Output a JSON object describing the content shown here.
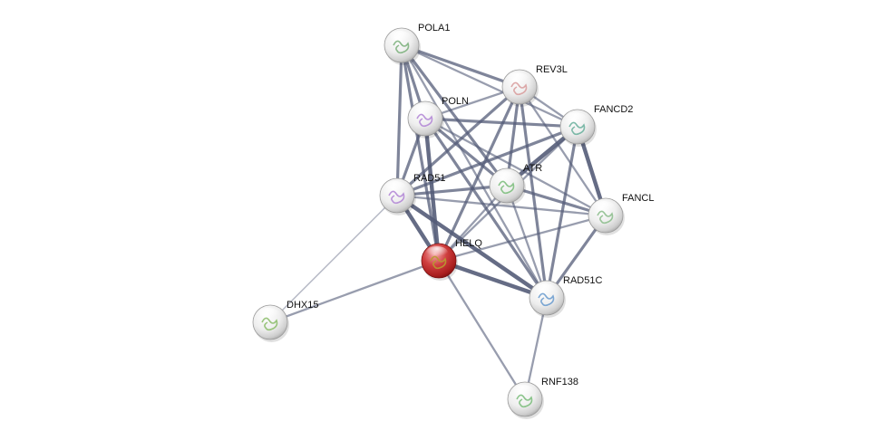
{
  "network": {
    "nodes": [
      {
        "id": "POLA1",
        "label": "POLA1",
        "query": false,
        "tint": "#7fb37f"
      },
      {
        "id": "REV3L",
        "label": "REV3L",
        "query": false,
        "tint": "#d9a0a0"
      },
      {
        "id": "POLN",
        "label": "POLN",
        "query": false,
        "tint": "#b48ad6"
      },
      {
        "id": "FANCD2",
        "label": "FANCD2",
        "query": false,
        "tint": "#6fb3a0"
      },
      {
        "id": "ATR",
        "label": "ATR",
        "query": false,
        "tint": "#7fbf7f"
      },
      {
        "id": "RAD51",
        "label": "RAD51",
        "query": false,
        "tint": "#b48ad6"
      },
      {
        "id": "FANCL",
        "label": "FANCL",
        "query": false,
        "tint": "#8fbf8f"
      },
      {
        "id": "HELQ",
        "label": "HELQ",
        "query": true,
        "tint": "#b89a30"
      },
      {
        "id": "RAD51C",
        "label": "RAD51C",
        "query": false,
        "tint": "#6f9fcf"
      },
      {
        "id": "DHX15",
        "label": "DHX15",
        "query": false,
        "tint": "#8fbf6f"
      },
      {
        "id": "RNF138",
        "label": "RNF138",
        "query": false,
        "tint": "#7fbf7f"
      }
    ],
    "edges": [
      {
        "source": "POLA1",
        "target": "REV3L",
        "strength": 3
      },
      {
        "source": "POLA1",
        "target": "POLN",
        "strength": 3
      },
      {
        "source": "POLA1",
        "target": "RAD51",
        "strength": 3
      },
      {
        "source": "POLA1",
        "target": "HELQ",
        "strength": 3
      },
      {
        "source": "POLA1",
        "target": "ATR",
        "strength": 3
      },
      {
        "source": "POLA1",
        "target": "RAD51C",
        "strength": 2
      },
      {
        "source": "POLA1",
        "target": "FANCD2",
        "strength": 2
      },
      {
        "source": "REV3L",
        "target": "POLN",
        "strength": 2
      },
      {
        "source": "REV3L",
        "target": "FANCD2",
        "strength": 2
      },
      {
        "source": "REV3L",
        "target": "RAD51",
        "strength": 3
      },
      {
        "source": "REV3L",
        "target": "HELQ",
        "strength": 3
      },
      {
        "source": "REV3L",
        "target": "ATR",
        "strength": 3
      },
      {
        "source": "REV3L",
        "target": "FANCL",
        "strength": 2
      },
      {
        "source": "REV3L",
        "target": "RAD51C",
        "strength": 3
      },
      {
        "source": "POLN",
        "target": "FANCD2",
        "strength": 3
      },
      {
        "source": "POLN",
        "target": "RAD51",
        "strength": 3
      },
      {
        "source": "POLN",
        "target": "HELQ",
        "strength": 4
      },
      {
        "source": "POLN",
        "target": "ATR",
        "strength": 3
      },
      {
        "source": "POLN",
        "target": "FANCL",
        "strength": 2
      },
      {
        "source": "POLN",
        "target": "RAD51C",
        "strength": 3
      },
      {
        "source": "FANCD2",
        "target": "RAD51",
        "strength": 3
      },
      {
        "source": "FANCD2",
        "target": "ATR",
        "strength": 4
      },
      {
        "source": "FANCD2",
        "target": "FANCL",
        "strength": 4
      },
      {
        "source": "FANCD2",
        "target": "RAD51C",
        "strength": 3
      },
      {
        "source": "FANCD2",
        "target": "HELQ",
        "strength": 2
      },
      {
        "source": "RAD51",
        "target": "ATR",
        "strength": 3
      },
      {
        "source": "RAD51",
        "target": "HELQ",
        "strength": 4
      },
      {
        "source": "RAD51",
        "target": "FANCL",
        "strength": 2
      },
      {
        "source": "RAD51",
        "target": "RAD51C",
        "strength": 4
      },
      {
        "source": "RAD51",
        "target": "DHX15",
        "strength": 1
      },
      {
        "source": "ATR",
        "target": "HELQ",
        "strength": 2
      },
      {
        "source": "ATR",
        "target": "FANCL",
        "strength": 3
      },
      {
        "source": "ATR",
        "target": "RAD51C",
        "strength": 2
      },
      {
        "source": "FANCL",
        "target": "HELQ",
        "strength": 2
      },
      {
        "source": "FANCL",
        "target": "RAD51C",
        "strength": 3
      },
      {
        "source": "HELQ",
        "target": "RAD51C",
        "strength": 4
      },
      {
        "source": "HELQ",
        "target": "DHX15",
        "strength": 2
      },
      {
        "source": "HELQ",
        "target": "RNF138",
        "strength": 2
      },
      {
        "source": "RAD51C",
        "target": "RNF138",
        "strength": 2
      }
    ],
    "colors": {
      "edge": "#545c78",
      "node_fill": "#f2f2f2",
      "query_fill": "#c83232"
    }
  }
}
